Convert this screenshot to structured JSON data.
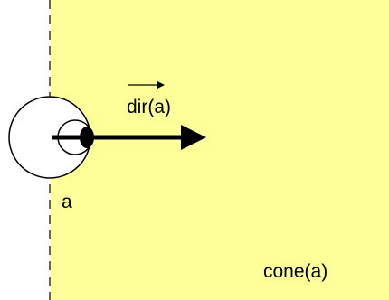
{
  "labels": {
    "direction": "dir(a)",
    "agent": "a",
    "cone": "cone(a)"
  },
  "colors": {
    "cone_fill": "#ffff99",
    "background": "#ffffff",
    "stroke": "#000000"
  },
  "icons": {
    "agent": "eye-icon",
    "direction_arrow": "arrow-right-icon"
  }
}
